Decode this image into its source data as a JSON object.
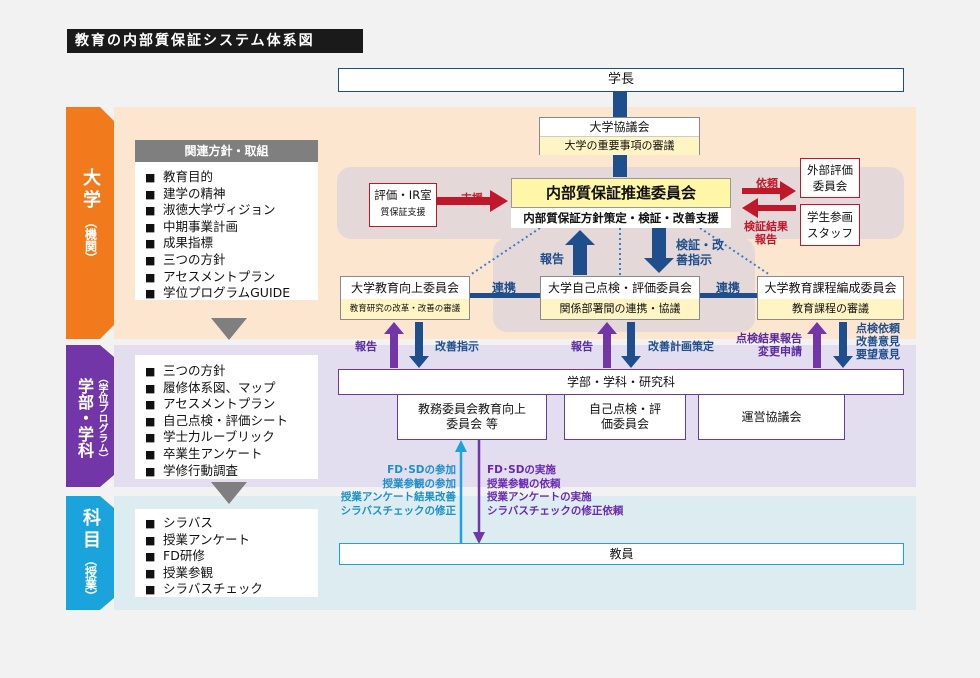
{
  "title": "教育の内部質保証システム体系図",
  "president": "学長",
  "band_univ": {
    "label_main": "大学",
    "label_sub": "（機関）"
  },
  "band_fac": {
    "label_main": "学部・学科",
    "label_sub": "（学位プログラム）"
  },
  "band_course": {
    "label_main": "科目",
    "label_sub": "（授業）"
  },
  "univ_panel": {
    "header": "関連方針・取組",
    "items": [
      "教育目的",
      "建学の精神",
      "淑徳大学ヴィジョン",
      "中期事業計画",
      "成果指標",
      "三つの方針",
      "アセスメントプラン",
      "学位プログラムGUIDE"
    ]
  },
  "fac_panel": {
    "items": [
      "三つの方針",
      "履修体系図、マップ",
      "アセスメントプラン",
      "自己点検・評価シート",
      "学士力ルーブリック",
      "卒業生アンケート",
      "学修行動調査"
    ]
  },
  "course_panel": {
    "items": [
      "シラバス",
      "授業アンケート",
      "FD研修",
      "授業参観",
      "シラバスチェック"
    ]
  },
  "council": {
    "name": "大学協議会",
    "desc": "大学の重要事項の審議"
  },
  "promo": {
    "name": "内部質保証推進委員会",
    "desc": "内部質保証方針策定・検証・改善支援"
  },
  "ir": {
    "name": "評価・IR室",
    "desc": "質保証支援",
    "arrow": "支援"
  },
  "ext": {
    "eval": "外部評価委員会",
    "staff": "学生参画スタッフ",
    "request": "依頼",
    "report": "検証結果報告"
  },
  "comm_edu": {
    "name": "大学教育向上委員会",
    "desc": "教育研究の改革・改善の審議"
  },
  "comm_self": {
    "name": "大学自己点検・評価委員会",
    "desc": "関係部署間の連携・協議"
  },
  "comm_cur": {
    "name": "大学教育課程編成委員会",
    "desc": "教育課程の審議"
  },
  "links": {
    "left": "連携",
    "right": "連携",
    "report": "報告",
    "verify": "検証・改善指示"
  },
  "fac_arrows": {
    "edu_report": "報告",
    "edu_instruct": "改善指示",
    "self_report": "報告",
    "self_plan": "改善計画策定",
    "cur_up": "点検結果報告変更申請",
    "cur_down": "点検依頼改善意見要望意見"
  },
  "faculty": {
    "main": "学部・学科・研究科",
    "affairs": "教務委員会教育向上委員会 等",
    "self": "自己点検・評価委員会",
    "ops": "運営協議会"
  },
  "course_arrows": {
    "up": [
      "FD･SDの参加",
      "授業参観の参加",
      "授業アンケート結果改善",
      "シラバスチェックの修正"
    ],
    "down": [
      "FD･SDの実施",
      "授業参観の依頼",
      "授業アンケートの実施",
      "シラバスチェックの修正依頼"
    ]
  },
  "teacher": "教員",
  "colors": {
    "univ": "#f07a1c",
    "fac": "#7236a8",
    "course": "#1ba3dc",
    "navy": "#1f4e8c",
    "red": "#c0182a"
  }
}
